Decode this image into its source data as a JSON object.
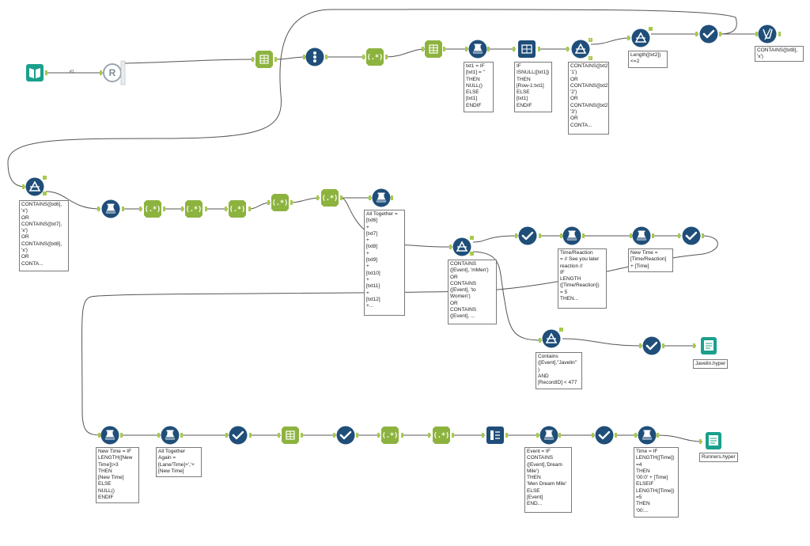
{
  "app": {
    "title": "Alteryx workflow canvas"
  },
  "connection_label": "#1",
  "annotations": {
    "formula_txt1": "txt1 = IF\n[txt1] = ''\nTHEN\nNULL()\nELSE\n[txt1]\nENDIF",
    "multirow_txt1": "IF\nISNULL([txt1])\nTHEN\n[Row-1:txt1]\nELSE\n[txt1]\nENDIF",
    "filter_txt2": "CONTAINS([txt2],\n'1')\nOR\nCONTAINS([txt2],\n'2')\nOR\nCONTAINS([txt2],\n'3')\nOR\nCONTA...",
    "filter_length": "Length([txt2])\n<=2",
    "filter_txt8_top": "CONTAINS([txt8],\n'x')",
    "filter_row2": "CONTAINS([txt6],\n'x')\nOR\nCONTAINS([txt7],\n'x')\nOR\nCONTAINS([txt8],\n'x')\nOR\nCONTA...",
    "formula_all_together": "All Together =\n[txt6]\n+\n[txt7]\n+\n[txt8]\n+\n[txt9]\n+\n[txt10]\n+\n[txt11]\n+\n[txt12]\n+...",
    "filter_event": "CONTAINS\n([Event], 'mMen')\nOR\nCONTAINS\n([Event], 'to\nWomen')\nOR\nCONTAINS\n([Event], ...",
    "formula_time_reaction": "Time/Reaction\n= // See you later\nreaction //\nIF\nLENGTH\n([Time/Reaction])\n= 5\nTHEN...",
    "formula_new_time": "New Time =\n[Time/Reaction]\n+ [Time]",
    "filter_javelin": "Contains\n([Event],\"Javelin\"\n)\nAND\n[RecordID] < 477",
    "formula_new_time_if": "New Time = IF\nLENGTH([New\nTime])>3\nTHEN\n[New Time]\nELSE\nNULL()\nENDIF",
    "formula_all_together_again": "All Together\nAgain =\n[Lane/Time]+','+\n[New Time]",
    "formula_event_if": "Event = IF\nCONTAINS\n([Event],'Dream\nMile')\nTHEN\n'Men Dream Mile'\nELSE\n[Event]\nEND...",
    "formula_time_if": "Time = IF\nLENGTH([Time])\n=4\nTHEN\n'00:0' + [Time]\nELSEIF\nLENGTH([Time])\n=5\nTHEN\n'00:..."
  },
  "outputs": {
    "javelin": "Javelin.hyper",
    "runners": "Runners.hyper"
  },
  "colors": {
    "navy": "#1f4e79",
    "green": "#8db33f",
    "teal": "#1aa08c",
    "connector": "#555555",
    "anchor": "#a8c94d"
  }
}
